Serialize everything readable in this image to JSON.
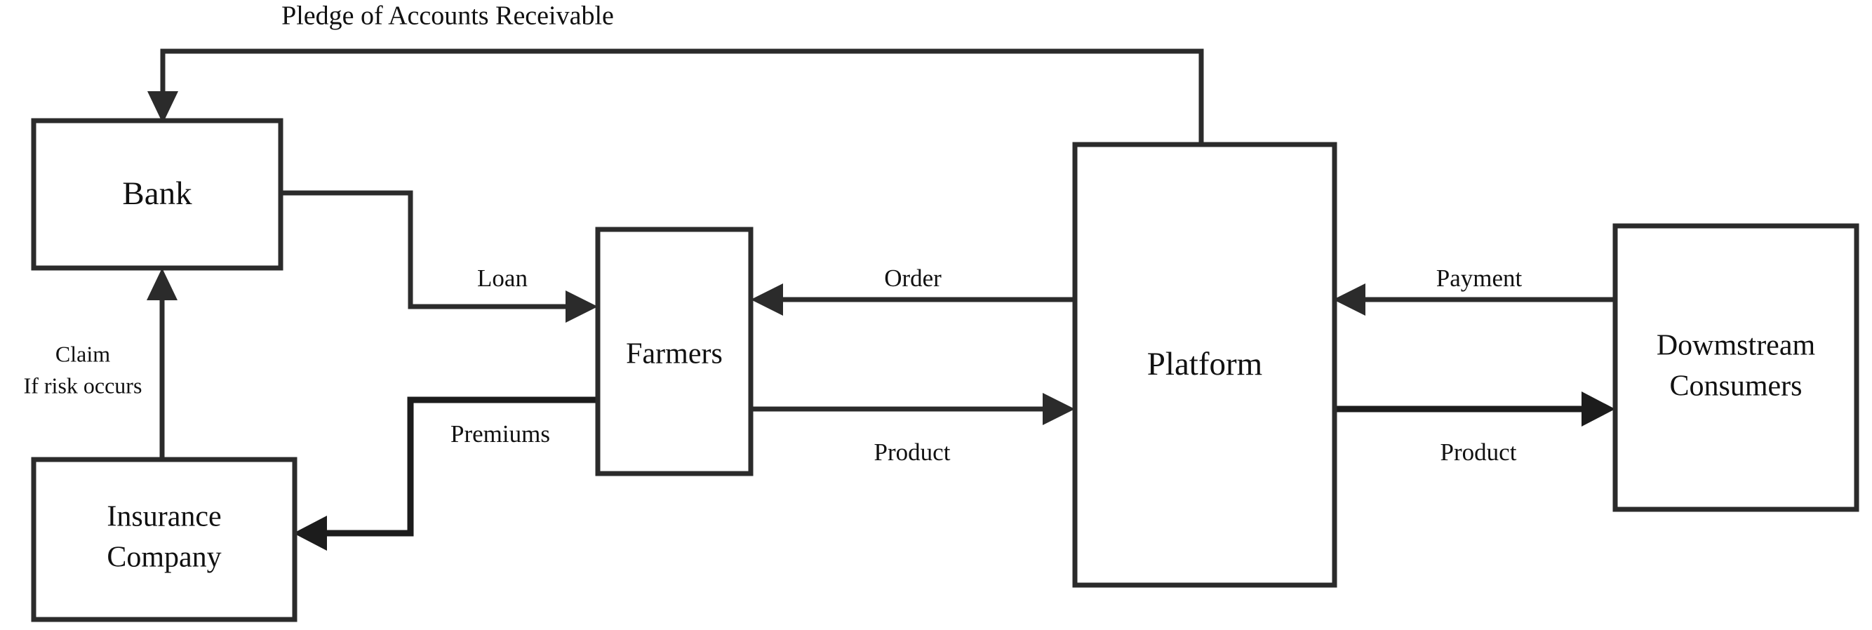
{
  "diagram": {
    "title": "Pledge of Accounts Receivable",
    "background_color": "#ffffff",
    "line_color": "#2b2b2b",
    "text_color": "#111111",
    "nodes": [
      {
        "id": "bank",
        "label": "Bank"
      },
      {
        "id": "insurance",
        "label_line1": "Insurance",
        "label_line2": "Company"
      },
      {
        "id": "farmers",
        "label": "Farmers"
      },
      {
        "id": "platform",
        "label": "Platform"
      },
      {
        "id": "consumers",
        "label_line1": "Dowmstream",
        "label_line2": "Consumers"
      }
    ],
    "edges": [
      {
        "id": "pledge",
        "label": "Pledge of Accounts Receivable",
        "from": "platform",
        "to": "bank"
      },
      {
        "id": "loan",
        "label": "Loan",
        "from": "bank",
        "to": "farmers"
      },
      {
        "id": "claim",
        "label_line1": "Claim",
        "label_line2": "If risk occurs",
        "from": "insurance",
        "to": "bank"
      },
      {
        "id": "premiums",
        "label": "Premiums",
        "from": "farmers",
        "to": "insurance"
      },
      {
        "id": "order",
        "label": "Order",
        "from": "platform",
        "to": "farmers"
      },
      {
        "id": "product-farmers-platform",
        "label": "Product",
        "from": "farmers",
        "to": "platform"
      },
      {
        "id": "payment",
        "label": "Payment",
        "from": "consumers",
        "to": "platform"
      },
      {
        "id": "product-platform-consumers",
        "label": "Product",
        "from": "platform",
        "to": "consumers"
      }
    ]
  }
}
